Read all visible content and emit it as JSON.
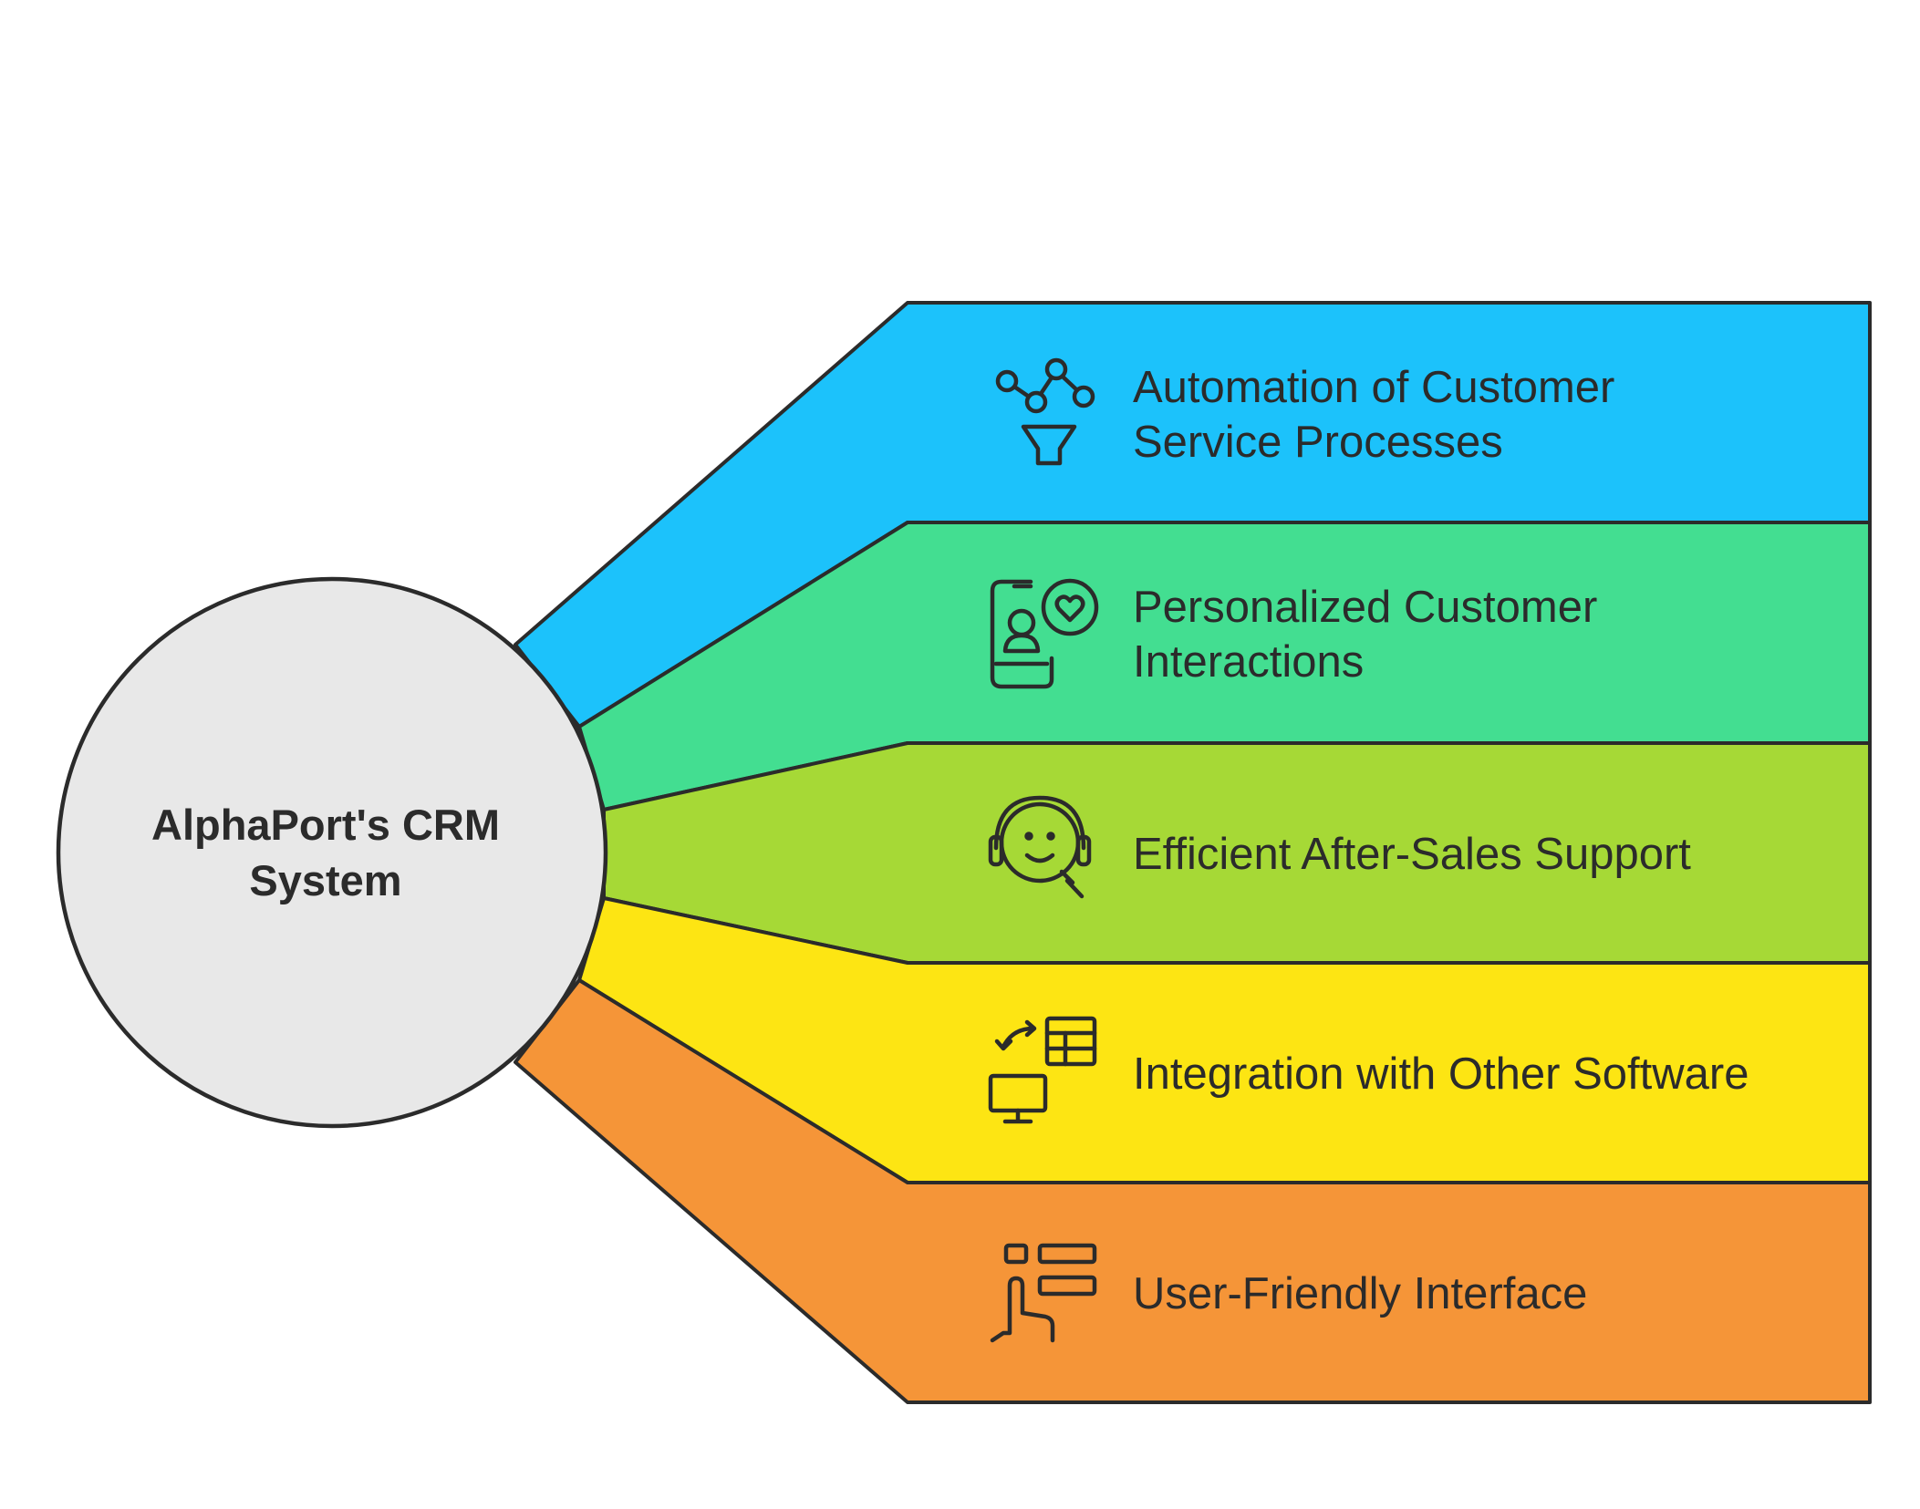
{
  "center": {
    "line1": "AlphaPort's CRM",
    "line2": "System"
  },
  "branches": [
    {
      "line1": "Automation of Customer",
      "line2": "Service Processes",
      "color": "#1cc2fb",
      "icon": "workflow-funnel-icon"
    },
    {
      "line1": "Personalized Customer",
      "line2": "Interactions",
      "color": "#43de91",
      "icon": "user-phone-heart-icon"
    },
    {
      "line1": "Efficient After-Sales Support",
      "line2": "",
      "color": "#a6d936",
      "icon": "support-headset-icon"
    },
    {
      "line1": "Integration with Other Software",
      "line2": "",
      "color": "#fde513",
      "icon": "integration-monitor-table-icon"
    },
    {
      "line1": "User-Friendly Interface",
      "line2": "",
      "color": "#f59538",
      "icon": "touch-interface-icon"
    }
  ]
}
